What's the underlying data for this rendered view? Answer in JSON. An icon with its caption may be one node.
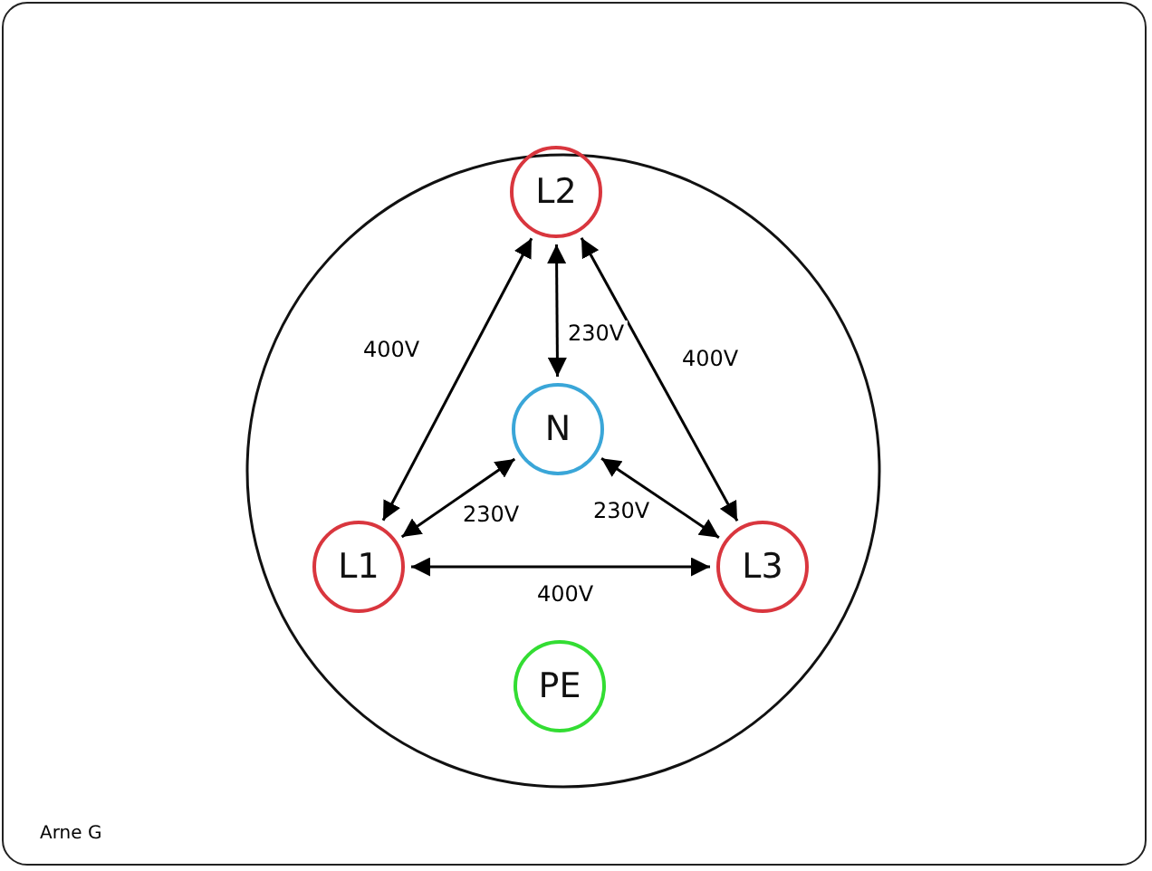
{
  "diagram": {
    "nodes": [
      {
        "text": [],
        "shape": "circle"
      },
      {
        "text": [
          "L2"
        ],
        "in": 0
      },
      {
        "text": [
          "N"
        ],
        "in": 0
      },
      {
        "text": [
          "L1"
        ],
        "in": 0
      },
      {
        "text": [
          "L3"
        ],
        "in": 0
      },
      {
        "text": [
          "PE"
        ],
        "in": 0
      }
    ],
    "edges": [
      {
        "from": 1,
        "to": 3,
        "arrow": "both",
        "label": "400V"
      },
      {
        "from": 1,
        "to": 2,
        "arrow": "both",
        "label": "230V"
      },
      {
        "from": 1,
        "to": 4,
        "arrow": "both",
        "label": "400V"
      },
      {
        "from": 2,
        "to": 3,
        "arrow": "both",
        "label": "230V"
      },
      {
        "from": 2,
        "to": 4,
        "arrow": "both",
        "label": "230V"
      },
      {
        "from": 3,
        "to": 4,
        "arrow": "both",
        "label": "400V"
      }
    ],
    "labels": [
      "Arne G"
    ]
  }
}
